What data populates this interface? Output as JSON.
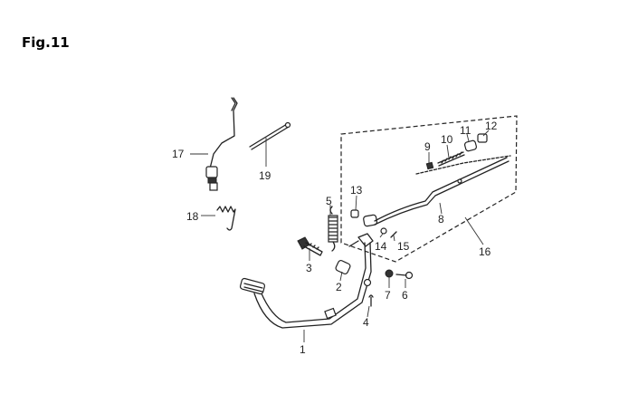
{
  "figure": {
    "title": "Fig.11"
  },
  "callouts": [
    "1",
    "2",
    "3",
    "4",
    "5",
    "6",
    "7",
    "8",
    "9",
    "10",
    "11",
    "12",
    "13",
    "14",
    "15",
    "16",
    "17",
    "18",
    "19"
  ]
}
